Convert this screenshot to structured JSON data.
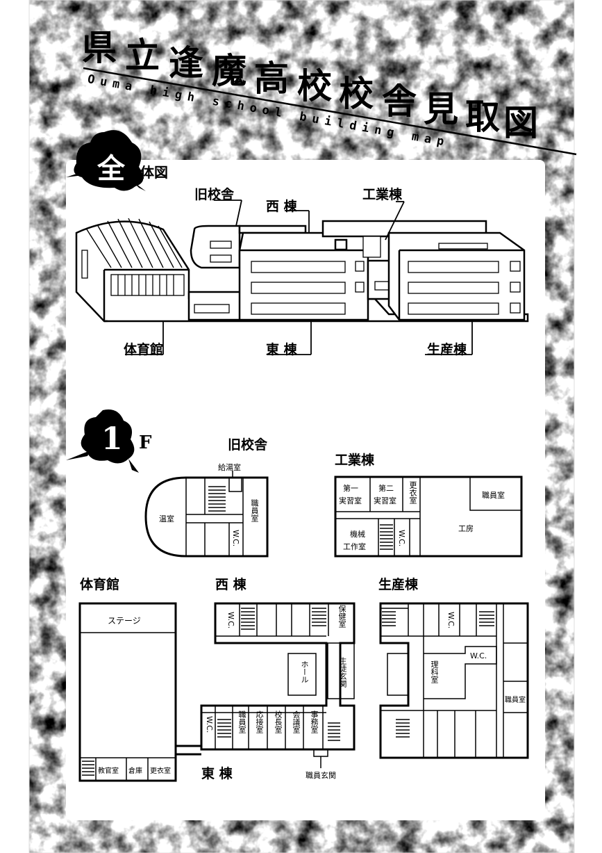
{
  "title": {
    "jp_chars": [
      "県",
      "立",
      "逢",
      "魔",
      "高",
      "校",
      "校",
      "舎",
      "見",
      "取",
      "図"
    ],
    "en": "Ouma high school building map"
  },
  "overview": {
    "mark": "全",
    "heading": "体図",
    "labels": {
      "kyu_kousha": "旧校舎",
      "nishi_tou": "西 棟",
      "kougyou_tou": "工業棟",
      "taiikukan": "体育館",
      "higashi_tou": "東 棟",
      "seisan_tou": "生産棟"
    }
  },
  "floor1": {
    "mark": "1",
    "heading": "F",
    "section_labels": {
      "kyu_kousha": "旧校舎",
      "kougyou_tou": "工業棟",
      "taiikukan": "体育館",
      "nishi_tou": "西 棟",
      "seisan_tou": "生産棟",
      "higashi_tou": "東 棟"
    },
    "rooms": {
      "kyutoushitsu": "給湯室",
      "onshitsu": "温室",
      "shokuinshitsu_old": "職員室",
      "wc": "W.C.",
      "dai1_jisshuushitsu_a": "第一",
      "dai1_jisshuushitsu_b": "実習室",
      "dai2_jisshuushitsu_a": "第二",
      "dai2_jisshuushitsu_b": "実習室",
      "koui_shitsu": "更衣室",
      "shokuinshitsu_ind": "職員室",
      "kikai_a": "機械",
      "kikai_b": "工作室",
      "koubou": "工房",
      "stage": "ステージ",
      "kyouguyou": "教官室",
      "souko": "倉庫",
      "koui_gym": "更衣室",
      "hokenshitsu": "保健室",
      "hall": "ホール",
      "seito_genkan": "生徒玄関",
      "shokuinshitsu_e": "職員室",
      "ousetsushitsu": "応接室",
      "kouchoushitsu": "校長室",
      "kaigishitsu": "会議室",
      "jimushitsu": "事務室",
      "shokuin_genkan": "職員玄関",
      "rikashitsu": "理科室",
      "shokuinshitsu_s": "職員室"
    }
  }
}
